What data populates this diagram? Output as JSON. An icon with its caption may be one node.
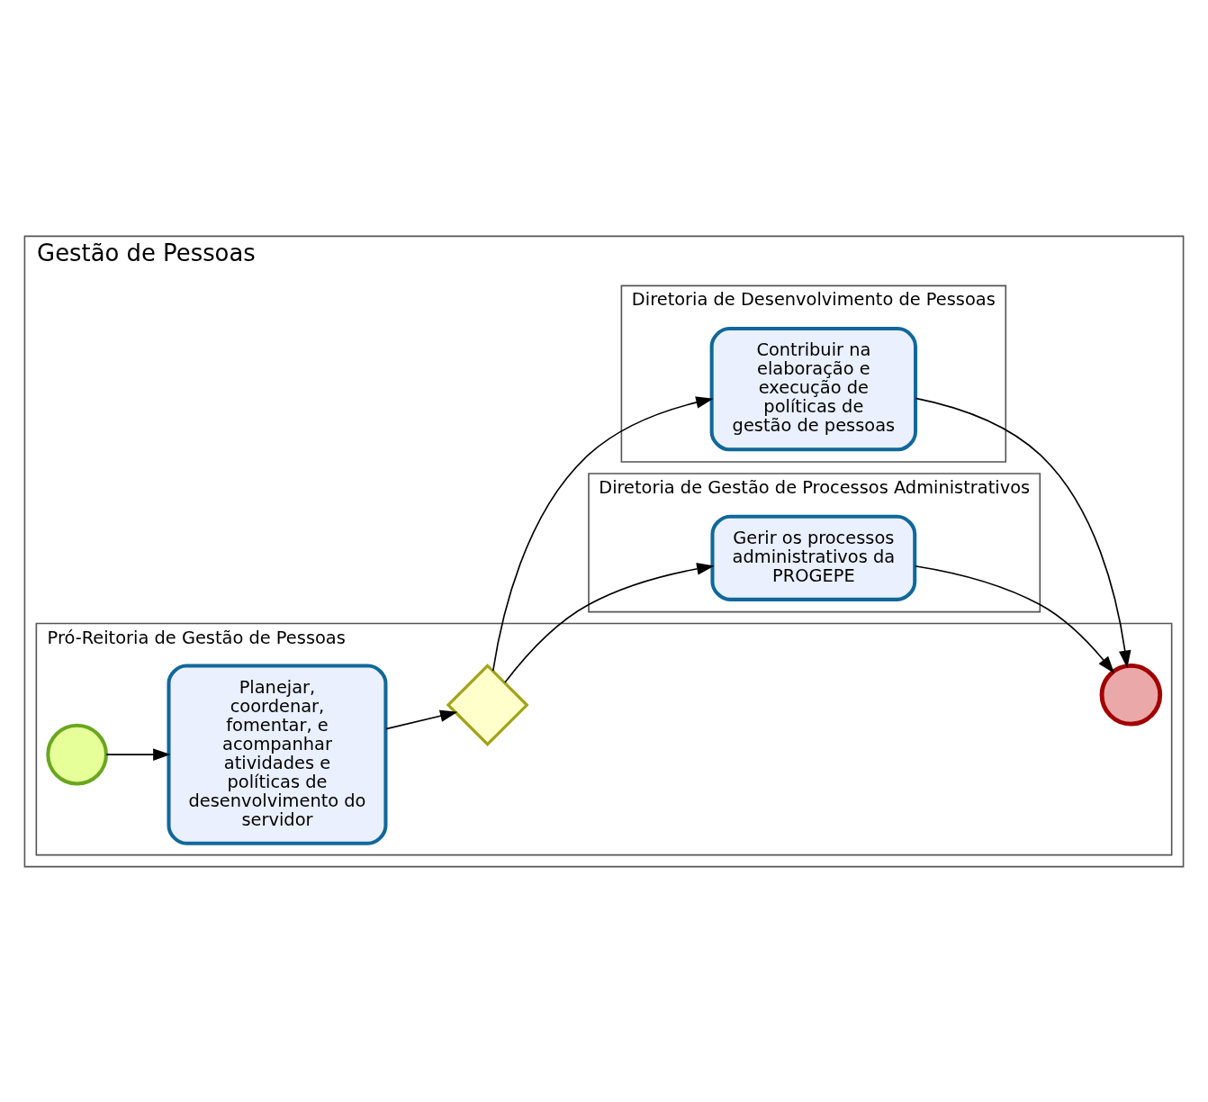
{
  "diagram": {
    "nodes": [
      {
        "text": [
          "Gestão de Pessoas"
        ]
      },
      {
        "text": [
          "Pró-Reitoria de Gestão de Pessoas"
        ],
        "in": 0
      },
      {
        "text": [
          "Diretoria de Gestão de Processos Administrativos"
        ],
        "in": 0
      },
      {
        "text": [
          "Diretoria de Desenvolvimento de Pessoas"
        ],
        "in": 0
      },
      {
        "text": [],
        "shape": "circle",
        "in": 1
      },
      {
        "text": [
          "Planejar, coordenar, fomentar, e acompanhar atividades e políticas de desenvolvimento do servidor"
        ],
        "in": 1
      },
      {
        "text": [],
        "shape": "diamond",
        "in": 1
      },
      {
        "text": [],
        "shape": "circle",
        "in": 1
      },
      {
        "text": [
          "Gerir os processos administrativos da PROGEPE"
        ],
        "in": 2
      },
      {
        "text": [
          "Contribuir na elaboração e execução de políticas de gestão de pessoas"
        ],
        "in": 3
      }
    ],
    "edges": [
      {
        "from": 4,
        "to": 5,
        "arrow": "to"
      },
      {
        "from": 5,
        "to": 6,
        "arrow": "to"
      },
      {
        "from": 6,
        "to": 8,
        "arrow": "to"
      },
      {
        "from": 6,
        "to": 9,
        "arrow": "to"
      },
      {
        "from": 9,
        "to": 7,
        "arrow": "to"
      },
      {
        "from": 8,
        "to": 7,
        "arrow": "to"
      }
    ]
  }
}
